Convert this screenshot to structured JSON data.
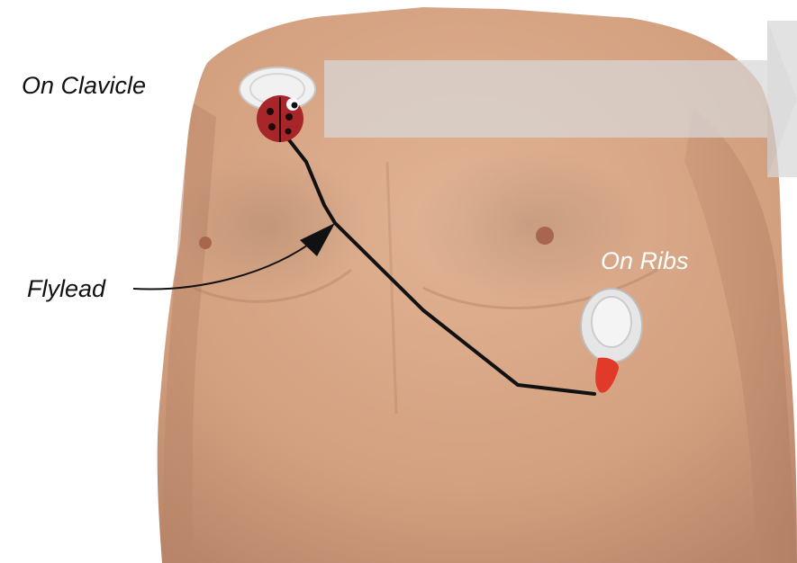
{
  "labels": {
    "clavicle": "On Clavicle",
    "flylead": "Flylead",
    "ribs": "On Ribs"
  },
  "colors": {
    "background": "#ffffff",
    "skin": "#d9a888",
    "skin_shadow": "#b98467",
    "nipple": "#a86650",
    "lead_wire": "#111111",
    "arrow_band": "#cfcfcf",
    "pad": "#ececec",
    "ladybug_body": "#a8252a",
    "red_clip": "#e23a28",
    "label_dark": "#111111",
    "label_light": "#ffffff"
  },
  "icons": {
    "clavicle_electrode": "ladybug-electrode-icon",
    "rib_electrode": "electrode-pad-icon",
    "direction_arrow": "arrow-right-icon"
  }
}
